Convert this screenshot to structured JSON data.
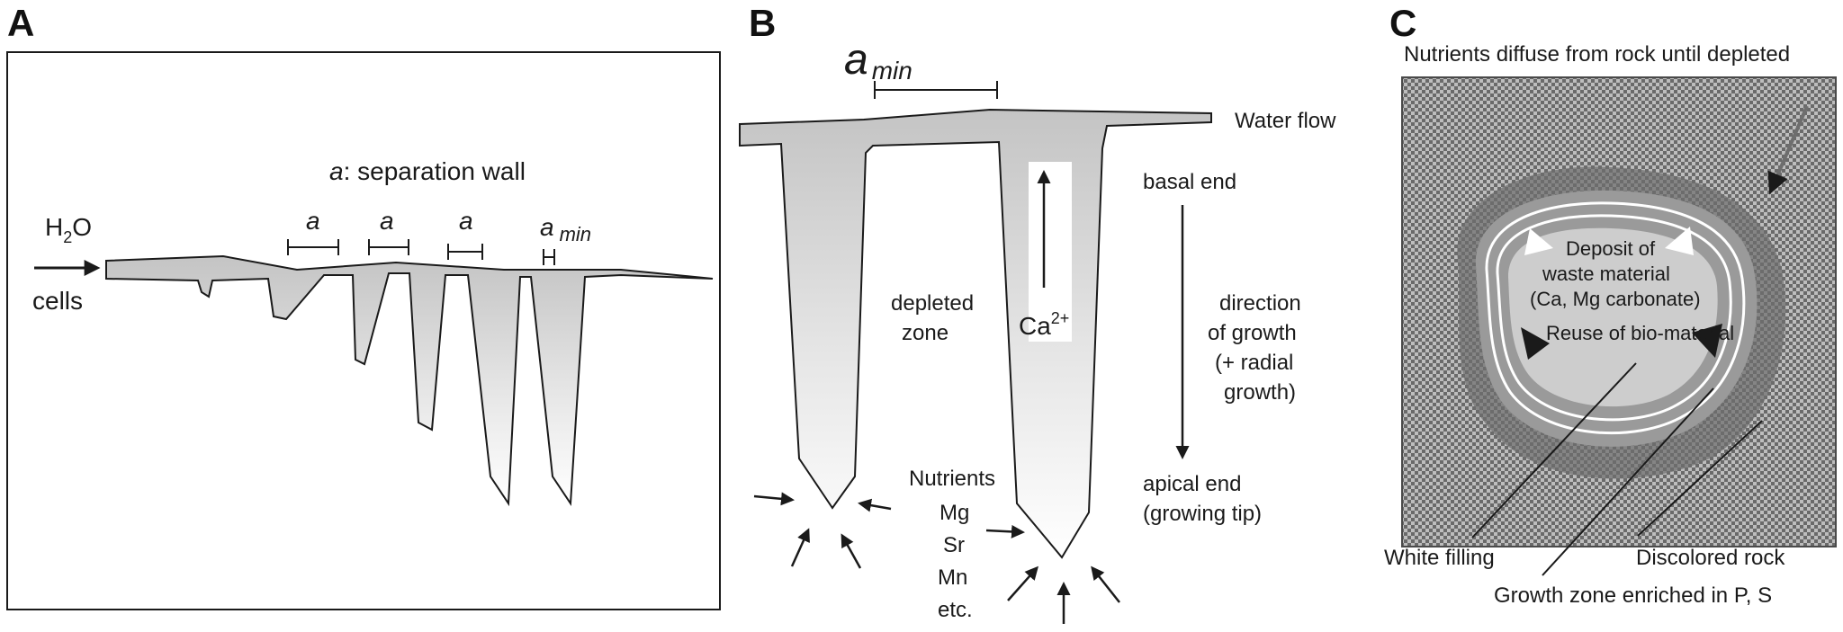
{
  "panels": {
    "a": {
      "letter": "A",
      "wall_var": "a",
      "wall_text": ": separation wall",
      "h2o_main": "H",
      "h2o_sub": "2",
      "h2o_o": "O",
      "cells": "cells",
      "a_labels": [
        "a",
        "a",
        "a"
      ],
      "amin_a": "a",
      "amin_sub": "min"
    },
    "b": {
      "letter": "B",
      "amin_a": "a",
      "amin_sub": "min",
      "water_flow": "Water flow",
      "basal_end": "basal end",
      "depleted_1": "depleted",
      "depleted_2": "zone",
      "ca": "Ca",
      "ca_sup": "2+",
      "growth_1": "direction",
      "growth_2": "of growth",
      "growth_3": "(+ radial",
      "growth_4": "growth)",
      "apical_1": "apical end",
      "apical_2": "(growing tip)",
      "nutrients": [
        "Nutrients",
        "Mg",
        "Sr",
        "Mn",
        "etc."
      ]
    },
    "c": {
      "letter": "C",
      "title": "Nutrients diffuse from rock until depleted",
      "deposit_1": "Deposit of",
      "deposit_2": "waste material",
      "deposit_3": "(Ca, Mg carbonate)",
      "reuse": "Reuse of bio-material",
      "white_filling": "White filling",
      "discolored": "Discolored rock",
      "growth_zone": "Growth zone enriched in P, S"
    }
  },
  "colors": {
    "ink": "#1a1a1a",
    "channel_shade": "#cfcfcf",
    "rock_dark": "#6a6a6a",
    "rock_light": "#bdbdbd",
    "halo": "#6e6e6e",
    "growth_ring": "#9a9a9a",
    "core": "#cdcdcd"
  }
}
